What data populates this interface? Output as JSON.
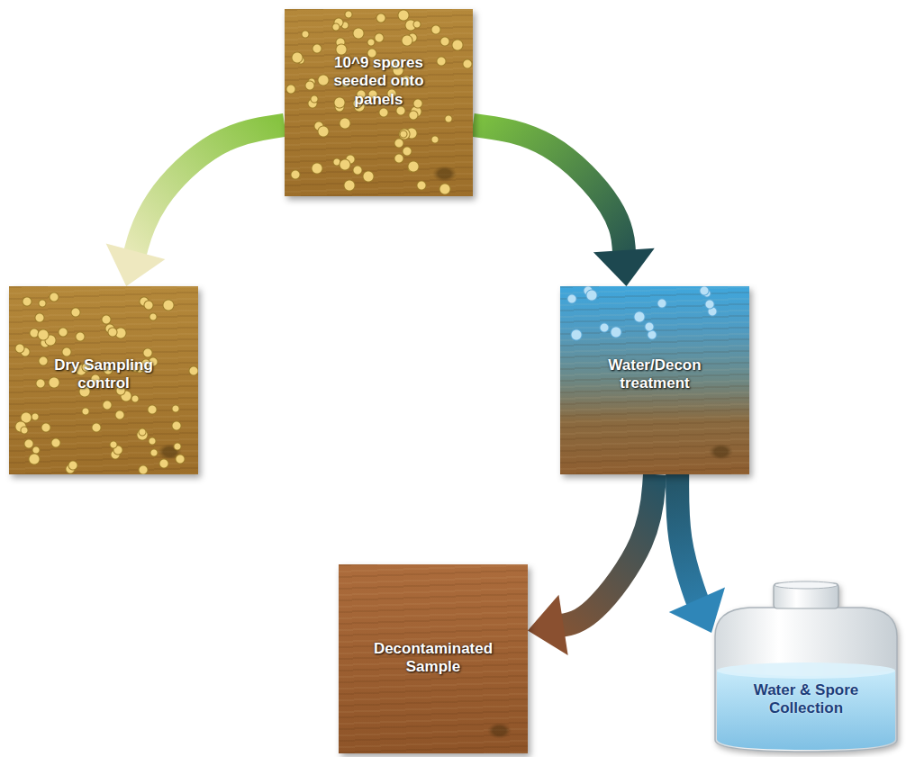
{
  "diagram": {
    "nodes": [
      {
        "text": [
          "10^9 spores seeded onto panels"
        ]
      },
      {
        "text": [
          "Dry Sampling control"
        ]
      },
      {
        "text": [
          "Water/Decon treatment"
        ]
      },
      {
        "text": [
          "Decontaminated Sample"
        ]
      },
      {
        "text": [
          "Water & Spore Collection"
        ]
      }
    ],
    "edges": [
      {
        "from": 0,
        "to": 1,
        "arrow": "to"
      },
      {
        "from": 0,
        "to": 2,
        "arrow": "to"
      },
      {
        "from": 2,
        "to": 3,
        "arrow": "to"
      },
      {
        "from": 2,
        "to": 4,
        "arrow": "to"
      }
    ]
  }
}
